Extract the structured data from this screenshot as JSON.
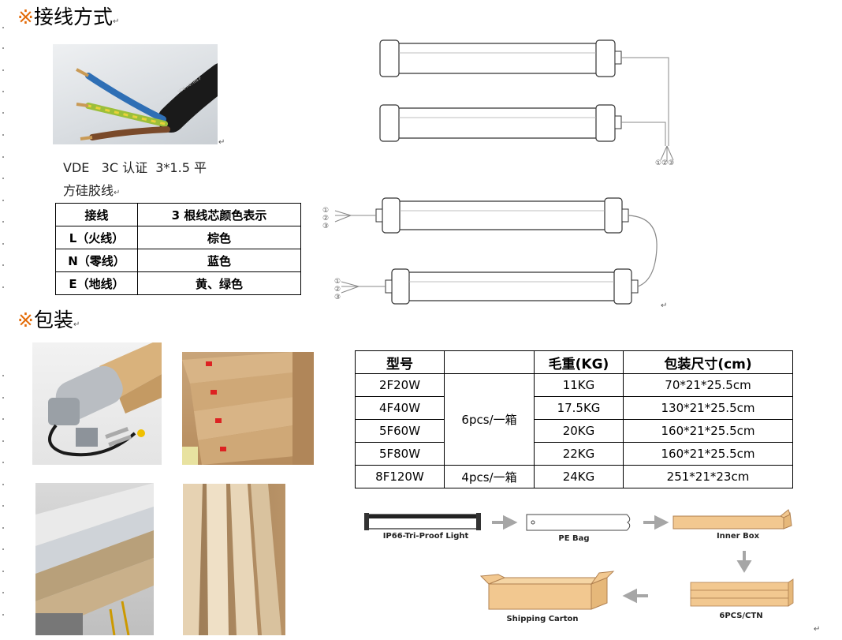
{
  "section1": {
    "mark": "※",
    "title": "接线方式"
  },
  "cable_caption": {
    "line1": "VDE   3C 认证  3*1.5 平",
    "line2": "方硅胶线"
  },
  "wire_table": {
    "header": [
      "接线",
      "3 根线芯颜色表示"
    ],
    "rows": [
      [
        "L（火线）",
        "棕色"
      ],
      [
        "N（零线）",
        "蓝色"
      ],
      [
        "E（地线）",
        "黄、绿色"
      ]
    ]
  },
  "wire_labels": {
    "w1": "①",
    "w2": "②",
    "w3": "③"
  },
  "section2": {
    "mark": "※",
    "title": "包装"
  },
  "packing_table": {
    "header": [
      "型号",
      "",
      "毛重(KG)",
      "包装尺寸(cm)"
    ],
    "rows": [
      {
        "model": "2F20W",
        "weight": "11KG",
        "size": "70*21*25.5cm"
      },
      {
        "model": "4F40W",
        "weight": "17.5KG",
        "size": "130*21*25.5cm"
      },
      {
        "model": "5F60W",
        "weight": "20KG",
        "size": "160*21*25.5cm"
      },
      {
        "model": "5F80W",
        "weight": "22KG",
        "size": "160*21*25.5cm"
      },
      {
        "model": "8F120W",
        "weight": "24KG",
        "size": "251*21*23cm"
      }
    ],
    "qty_group_a": "6pcs/一箱",
    "qty_group_b": "4pcs/一箱"
  },
  "flow": {
    "step1": "IP66-Tri-Proof Light",
    "step2": "PE Bag",
    "step3": "Inner Box",
    "step4": "6PCS/CTN",
    "step5": "Shipping Carton"
  },
  "colors": {
    "heading_mark": "#e36c09",
    "wire_brown": "#7a4a2a",
    "wire_blue": "#2f6fb5",
    "wire_green_yellow": "#9cbf3a",
    "cardboard": "#f2c890",
    "arrow_gray": "#a6a6a6"
  }
}
